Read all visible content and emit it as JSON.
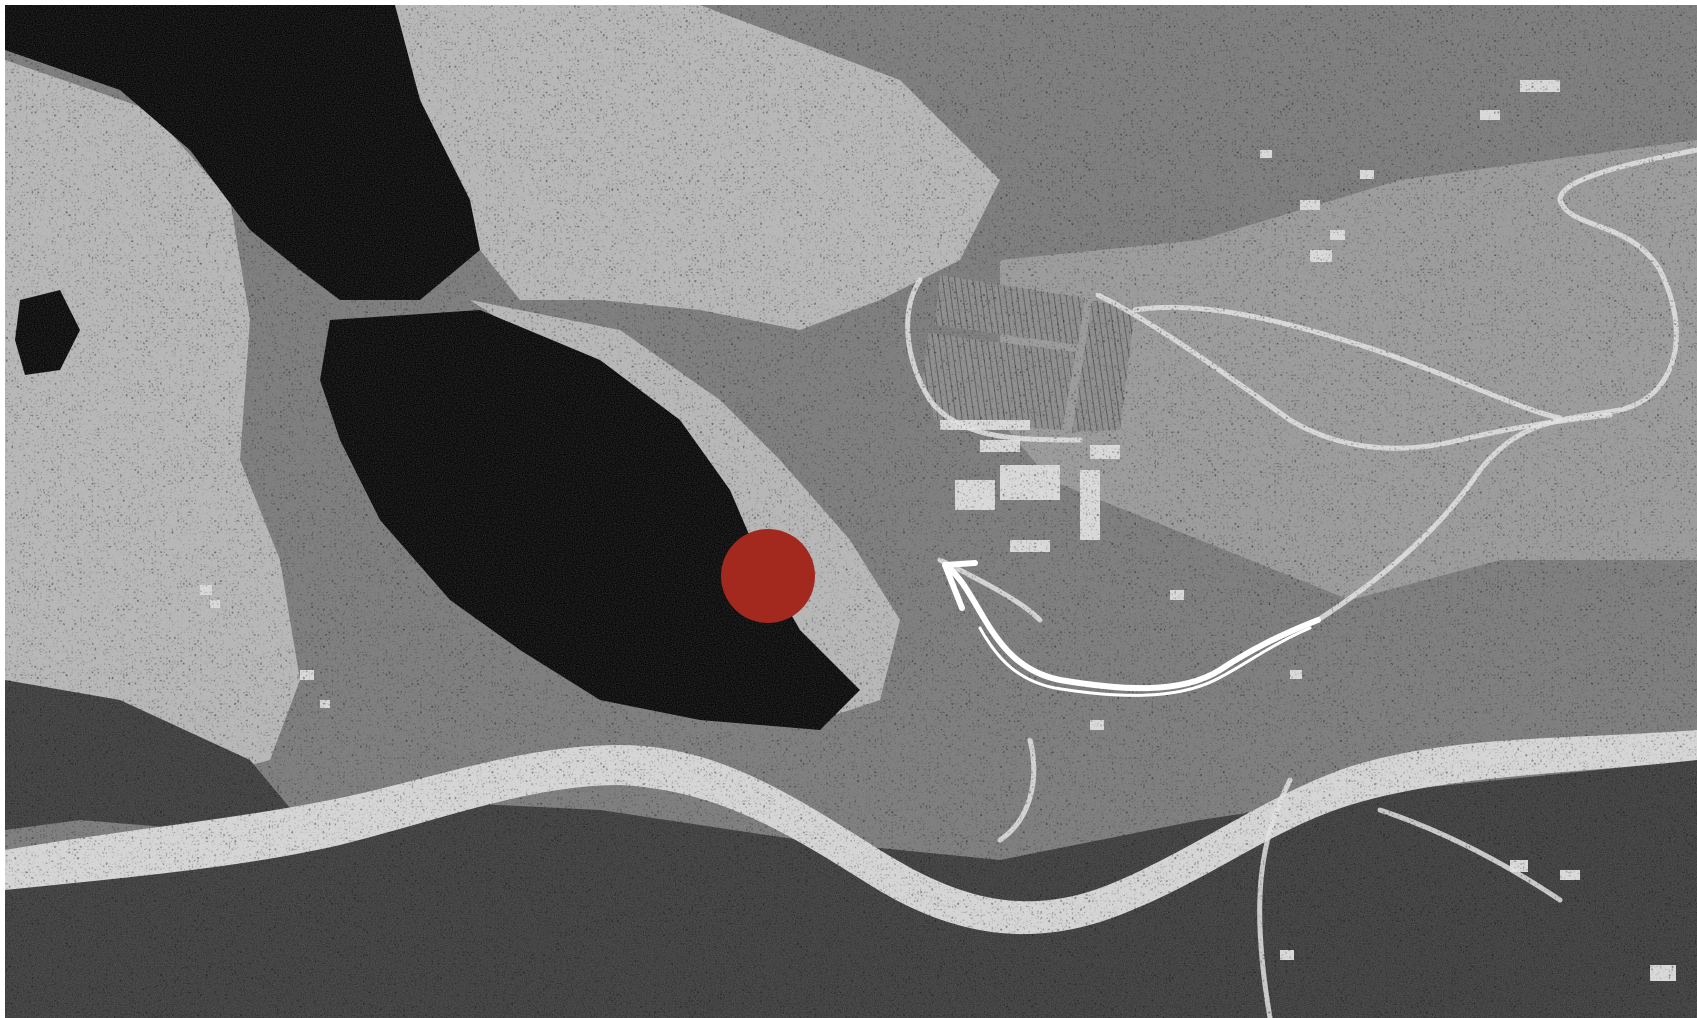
{
  "map": {
    "style": "grayscale-aerial",
    "colors": {
      "terrain_light": "#b8b8b8",
      "terrain_mid": "#7a7a7a",
      "terrain_dark": "#3a3a3a",
      "shadow": "#050505",
      "river_bed": "#d8d8d8",
      "road": "#e6e6e6",
      "field": "#8c8c8c",
      "field_lines": "#5a5a5a",
      "building": "#dcdcdc",
      "frame": "#ffffff"
    },
    "features": {
      "vineyard": "vineyard-fields",
      "river": "dry-riverbed",
      "canyon": "shadowed-canyon",
      "access_road": "winding-dirt-road"
    },
    "marker": {
      "icon": "location-dot-icon",
      "color": "#a3281e"
    },
    "route_arrow": {
      "icon": "route-arrow-icon",
      "color": "#ffffff"
    }
  }
}
